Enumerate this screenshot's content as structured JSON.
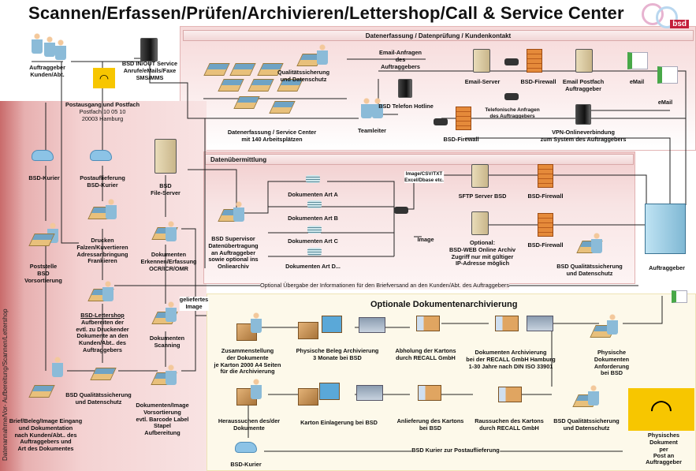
{
  "title": "Scannen/Erfassen/Prüfen/Archivieren/Lettershop/Call & Service Center",
  "logo": "bsd",
  "sections": {
    "top": "Datenerfassung / Datenprüfung / Kundenkontakt",
    "mid": "Datenübermittlung",
    "bottom": "Optionale Dokumentenarchivierung",
    "side": "Datenannahme/Vor- Aufbereitung/Scannen/Lettershop"
  },
  "nodes": {
    "auftraggeber_kunden": "Auftraggeber\nKunden/Abt.",
    "inout": "BSD IN/OUT Service\nAnrufe/eMails/Faxe\nSMS/MMS",
    "postfach_title": "Postausgang und Postfach",
    "postfach_addr": "Postfach 10 05 10\n20003 Hamburg",
    "qs_top": "Qualitätssicherung\nund Datenschutz",
    "email_anfragen": "Email-Anfragen\ndes\nAuftraggebers",
    "email_server": "Email-Server",
    "firewall1": "BSD-Firewall",
    "email_postfach": "Email Postfach\nAuftraggeber",
    "email1": "eMail",
    "email2": "eMail",
    "hotline": "BSD Telefon Hotline",
    "tel_anfragen": "Telefonische Anfragen\ndes Auftraggebers",
    "firewall2": "BSD-Firewall",
    "vpn": "VPN-Onlineverbindung\nzum System des Auftraggebers",
    "service_center": "Datenerfassung / Service Center\nmit 140 Arbeitsplätzen",
    "teamleiter": "Teamleiter",
    "kurier1": "BSD-Kurier",
    "postauflieferung": "Postauflieferung\nBSD-Kurier",
    "fileserver": "BSD\nFile-Server",
    "drucken": "Drucken\nFalzen/Kuvertieren\nAdressanbringung\nFrankieren",
    "poststelle": "Poststelle\nBSD\nVorsortierung",
    "ocr": "Dokumenten\nErkennen/Erfassung\nOCR/ICR/OMR",
    "supervisor": "BSD Supervisor\nDatenübertragung\nan Auftraggeber\nsowie optional ins\nOnliearchiv",
    "art_a": "Dokumenten Art A",
    "art_b": "Dokumenten Art B",
    "art_c": "Dokumenten Art C",
    "art_d": "Dokumenten Art D...",
    "formats": "Image/CSV/TXT\nExcel/Dbase etc.",
    "image": "Image",
    "sftp": "SFTP Server BSD",
    "firewall3": "BSD-Firewall",
    "webarchiv": "Optional:\nBSD-WEB Online Archiv\nZugriff nur mit gültiger\nIP-Adresse möglich",
    "firewall4": "BSD-Firewall",
    "qs_right": "BSD Qualitätssicherung\nund Datenschutz",
    "auftraggeber": "Auftraggeber",
    "uebergabe": "Optional Übergabe der Informationen für den Briefversand an den Kunden/Abt. des Auftraggebers",
    "lettershop": "BSD-Lettershop\nAufbereiten der\nevtl. zu Druckender\nDokumente an den\nKunden/Abt.. des\nAuftraggebers",
    "geliefertes_image": "geliefertes\nImage",
    "scanning": "Dokumenten\nScanning",
    "eingang": "Brief/Beleg/Image Eingang\nund Dokumentation\nnach Kunden/Abt.. des\nAuftraggebers und\nArt des Dokumentes",
    "qs_left": "BSD Qualitätssicherung\nund Datenschutz",
    "vorsortierung": "Dokumenten/Image\nVorsortierung\nevtl. Barcode Label\nStapel\nAufbereitung",
    "zusammenstellung": "Zusammenstellung\nder Dokumente\nje Karton 2000 A4 Seiten\nfür die Archivierung",
    "beleg_archiv": "Physische Beleg Archivierung\n3 Monate bei BSD",
    "abholung": "Abholung der Kartons\ndurch RECALL GmbH",
    "recall_archiv": "Dokumenten Archivierung\nbei der RECALL GmbH Hamburg\n1-30 Jahre nach DIN ISO 33901",
    "anforderung": "Physische\nDokumenten\nAnforderung\nbei BSD",
    "heraussuchen": "Heraussuchen des/der\nDokumente",
    "einlagerung": "Karton Einlagerung bei BSD",
    "anlieferung": "Anlieferung des Kartons\nbei BSD",
    "raussuchen": "Raussuchen des Kartons\ndurch RECALL GmbH",
    "qs_bottom": "BSD Qualitätssicherung\nund Datenschutz",
    "post_doc": "Physisches\nDokument per\nPost an",
    "post_auftraggeber": "Auftraggeber",
    "kurier2": "BSD-Kurier",
    "kurier_post": "BSD Kurier zur Postauflieferung"
  },
  "colors": {
    "brand_red": "#c41e3a",
    "post_yellow": "#f7c600",
    "firewall": "#e58a3a"
  }
}
